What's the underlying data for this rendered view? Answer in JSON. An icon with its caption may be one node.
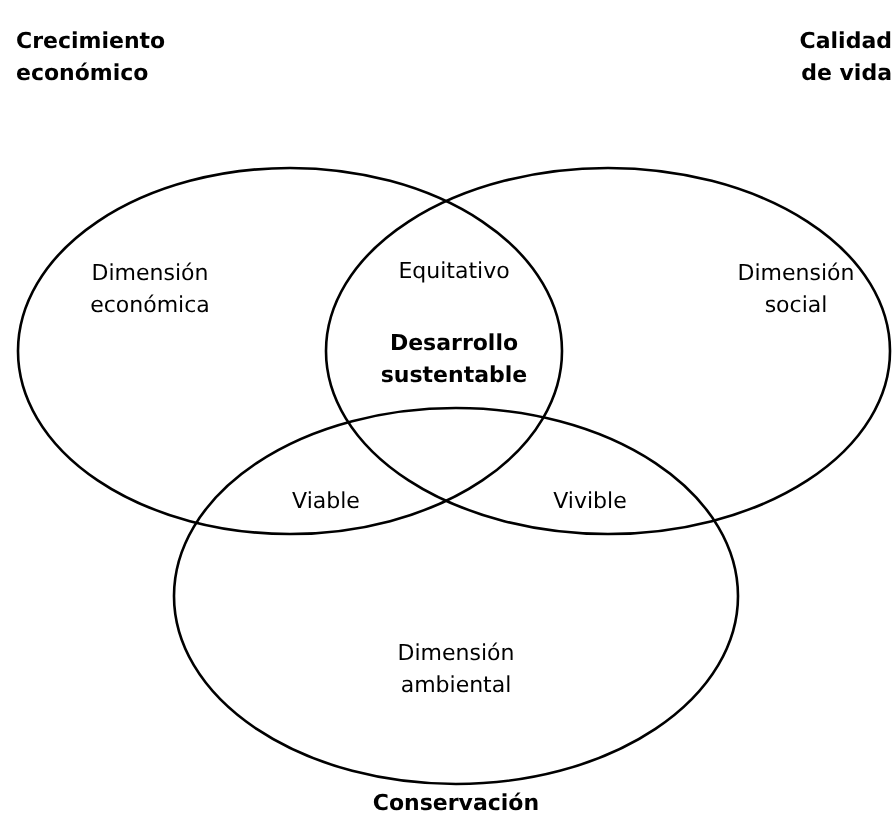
{
  "diagram": {
    "nodes": [
      {
        "text": [
          "Dimensión económica"
        ]
      },
      {
        "text": [
          "Dimensión social"
        ]
      },
      {
        "text": [
          "Dimensión ambiental"
        ]
      }
    ],
    "labels": [
      "Crecimiento económico",
      "Calidad de vida",
      "Equitativo",
      "Desarrollo sustentable",
      "Viable",
      "Vivible",
      "Conservación"
    ]
  }
}
